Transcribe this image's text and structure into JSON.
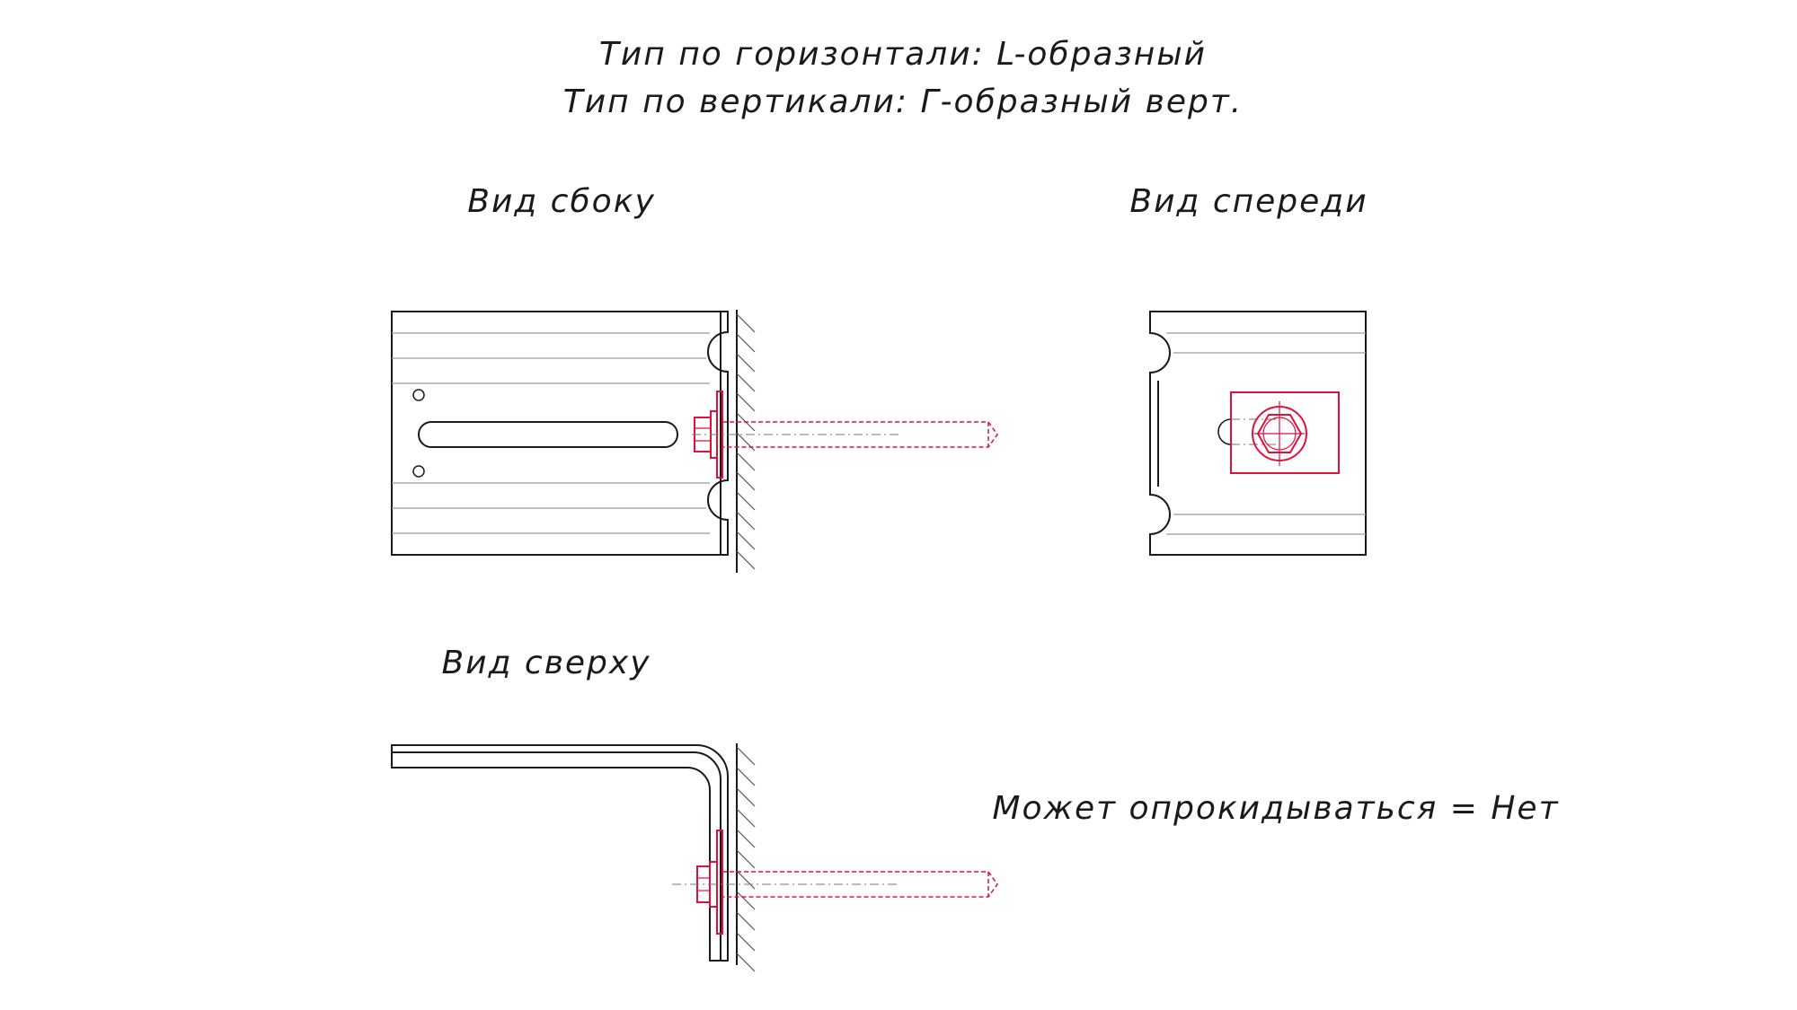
{
  "header": {
    "horizontal_type": "Тип по горизонтали: L-образный",
    "vertical_type": "Тип по вертикали: Г-образный верт."
  },
  "views": {
    "side": "Вид сбоку",
    "front": "Вид спереди",
    "top": "Вид сверху"
  },
  "note": "Может опрокидываться = Нет",
  "colors": {
    "outline": "#1a1a1a",
    "anchor": "#e0103a",
    "hatch": "#555555"
  }
}
